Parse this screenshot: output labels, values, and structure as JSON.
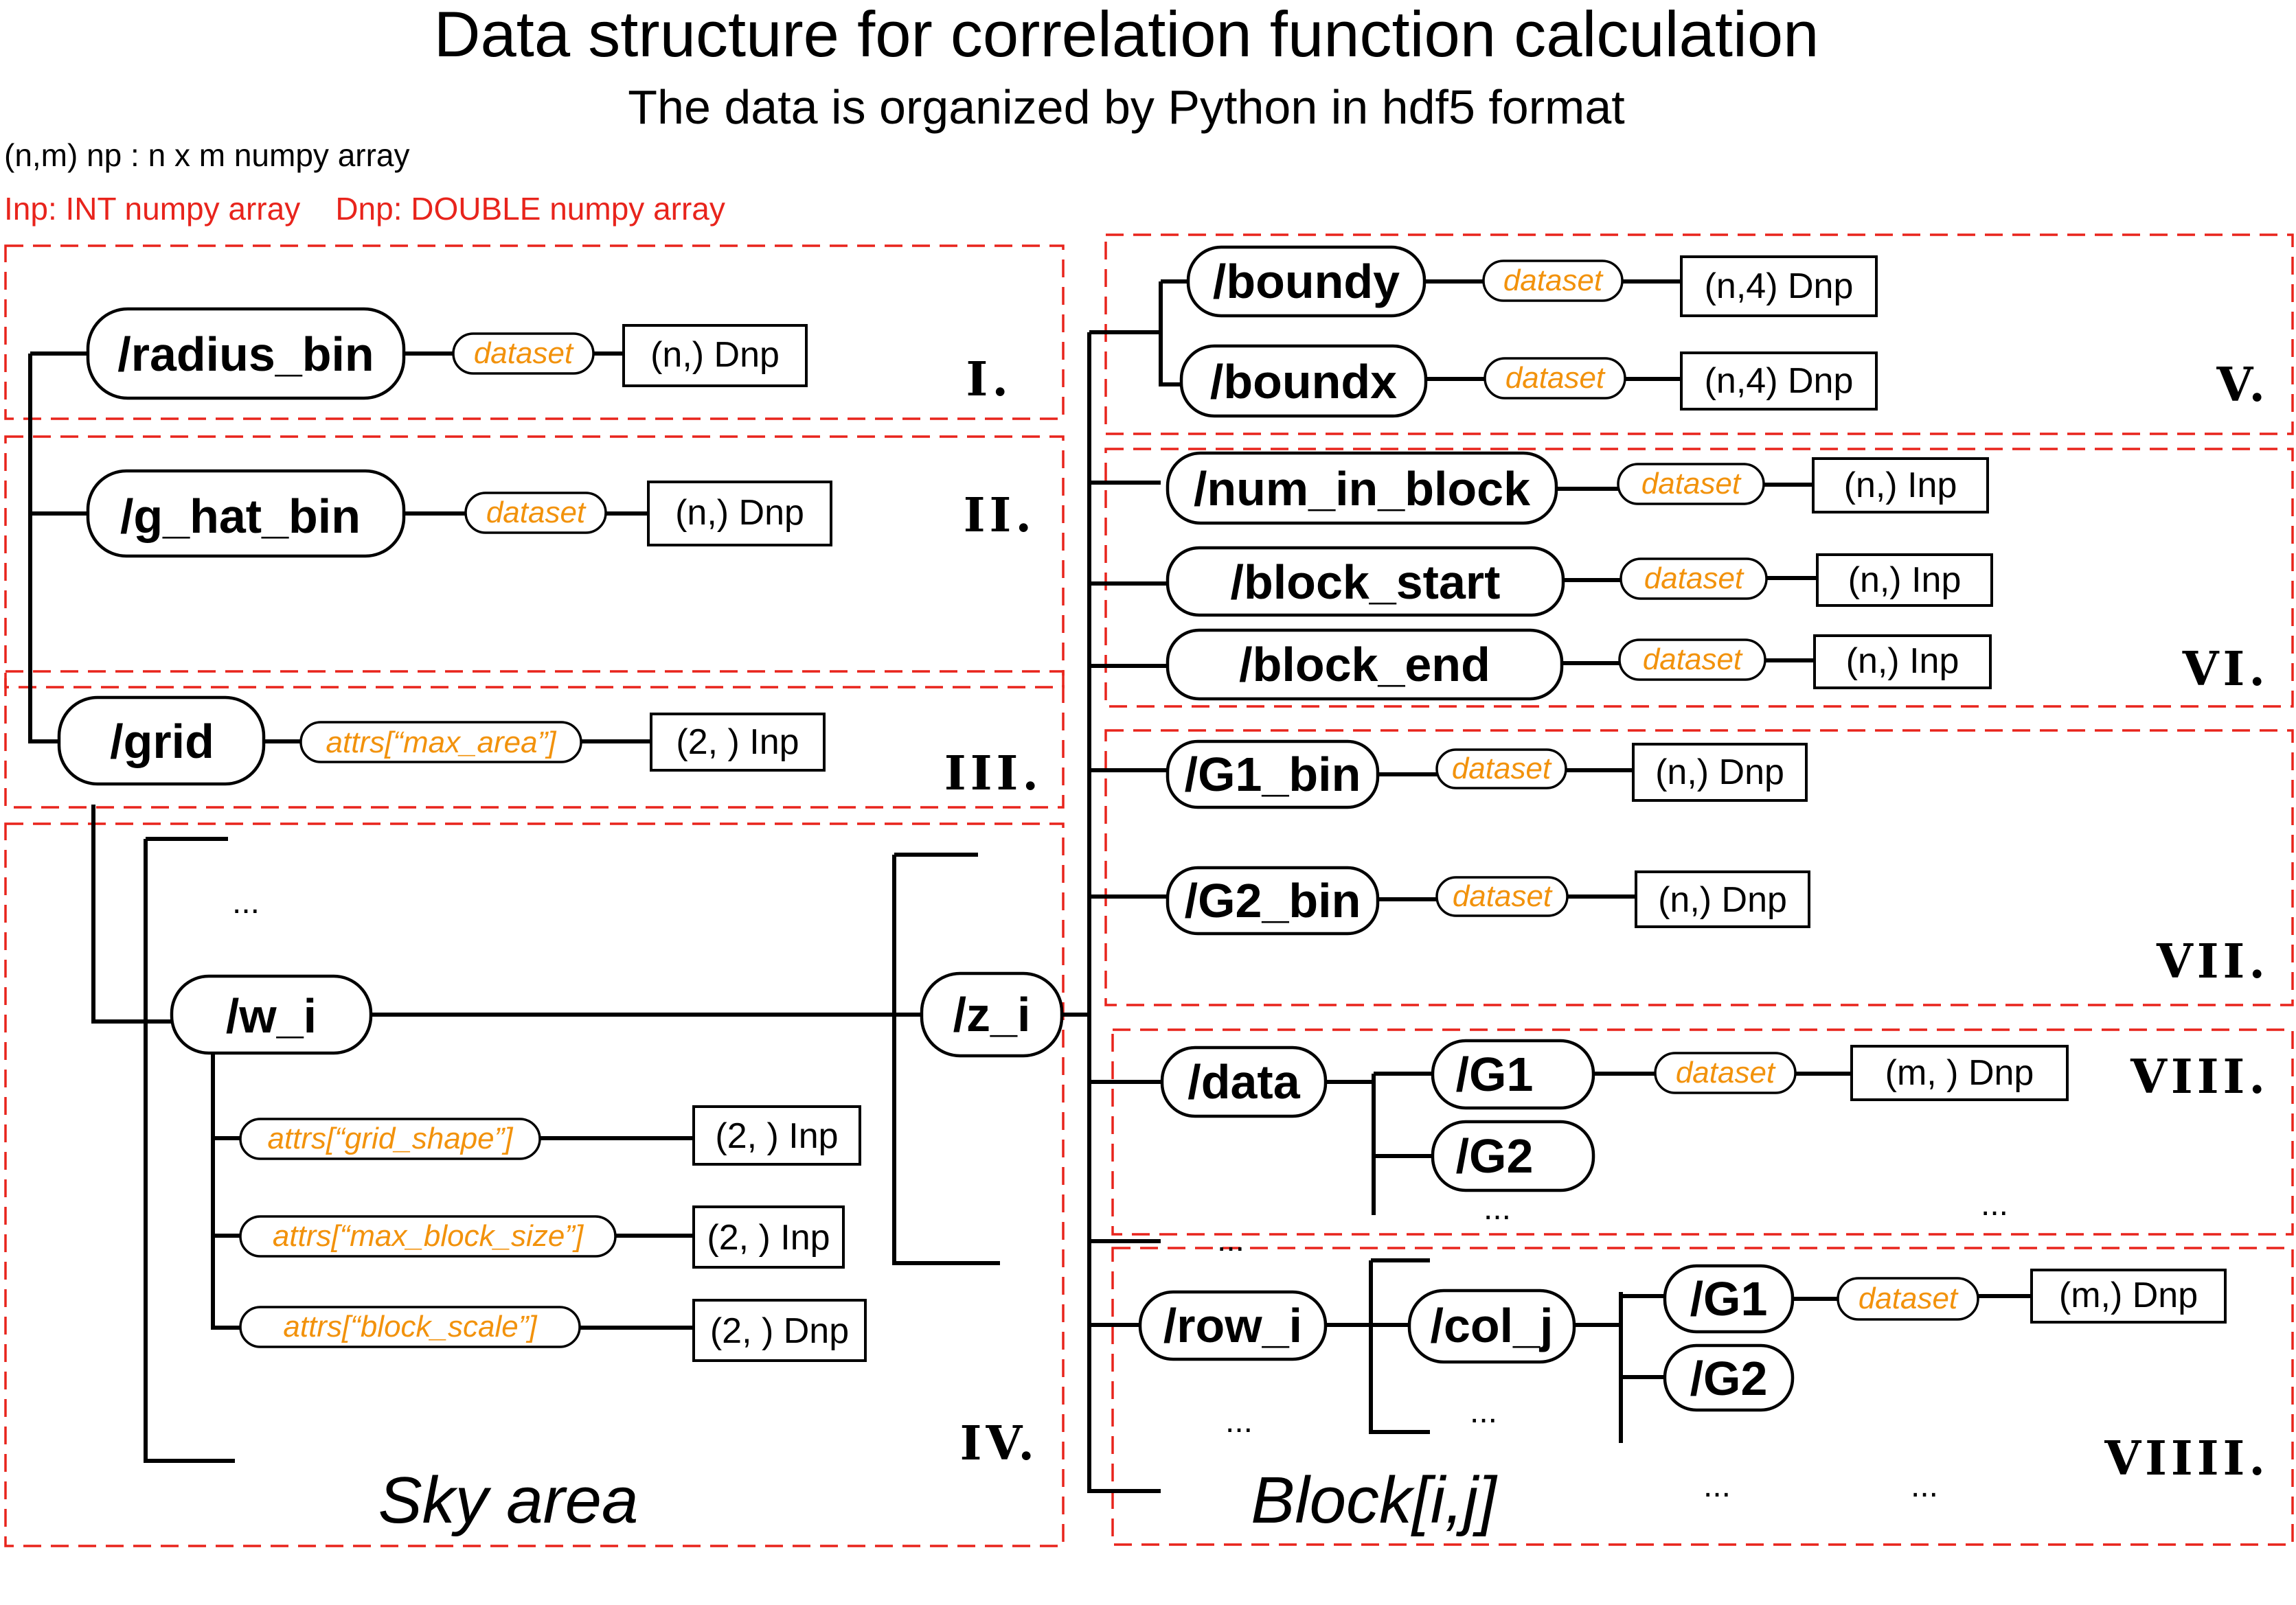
{
  "title": "Data structure for correlation function calculation",
  "subtitle": "The data is organized by Python in hdf5 format",
  "legend": {
    "shape_note": "(n,m) np : n x m numpy array",
    "types_note": "Inp: INT numpy array    Dnp: DOUBLE numpy array"
  },
  "sections": {
    "s1": "I.",
    "s2": "II.",
    "s3": "III.",
    "s4": "IV.",
    "s5": "V.",
    "s6": "VI.",
    "s7": "VII.",
    "s8": "VIII.",
    "s9": "VIIII."
  },
  "areas": {
    "sky": "Sky area",
    "block": "Block[i,j]"
  },
  "nodes": {
    "radius_bin": "/radius_bin",
    "g_hat_bin": "/g_hat_bin",
    "grid": "/grid",
    "w_i": "/w_i",
    "z_i": "/z_i",
    "boundy": "/boundy",
    "boundx": "/boundx",
    "num_in_block": "/num_in_block",
    "block_start": "/block_start",
    "block_end": "/block_end",
    "G1_bin": "/G1_bin",
    "G2_bin": "/G2_bin",
    "data": "/data",
    "data_G1": "/G1",
    "data_G2": "/G2",
    "row_i": "/row_i",
    "col_j": "/col_j",
    "row_G1": "/G1",
    "row_G2": "/G2"
  },
  "tags": {
    "dataset": "dataset",
    "max_area": "attrs[“max_area”]",
    "grid_shape": "attrs[“grid_shape”]",
    "max_block_size": "attrs[“max_block_size”]",
    "block_scale": "attrs[“block_scale”]"
  },
  "types": {
    "radius_bin": "(n,) Dnp",
    "g_hat_bin": "(n,) Dnp",
    "max_area": "(2, ) Inp",
    "grid_shape": "(2, ) Inp",
    "max_block_size": "(2, ) Inp",
    "block_scale": "(2, ) Dnp",
    "boundy": "(n,4) Dnp",
    "boundx": "(n,4) Dnp",
    "num_in_block": "(n,) Inp",
    "block_start": "(n,) Inp",
    "block_end": "(n,) Inp",
    "G1_bin": "(n,) Dnp",
    "G2_bin": "(n,) Dnp",
    "data_G1": "(m, ) Dnp",
    "row_G1": "(m,) Dnp"
  },
  "ellipsis": "...",
  "colors": {
    "dashed_border": "#e8241c",
    "tag_text": "#f2920c",
    "note_red": "#e8241c"
  }
}
